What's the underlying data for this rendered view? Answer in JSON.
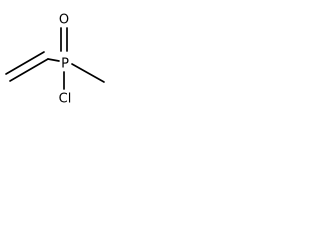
{
  "molecule": {
    "atoms": {
      "oxygen": "O",
      "phosphorus": "P",
      "chlorine": "Cl"
    },
    "bond_color": "#000000",
    "label_color": "#000000",
    "background_color": "#ffffff"
  }
}
